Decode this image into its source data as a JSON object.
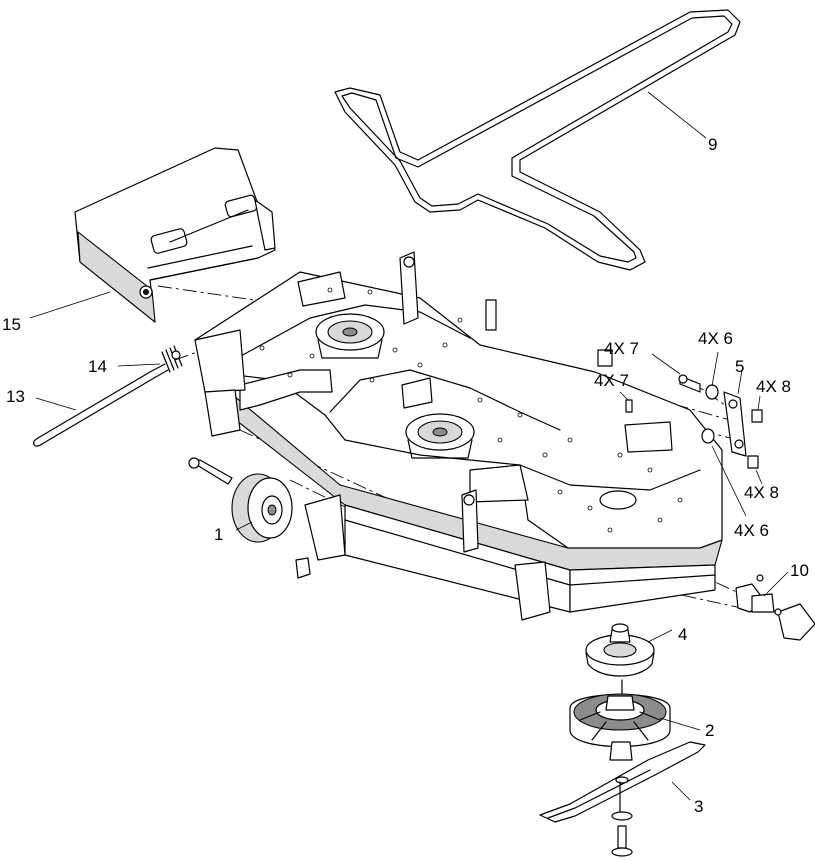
{
  "callouts": {
    "c1": "1",
    "c2": "2",
    "c3": "3",
    "c4": "4",
    "c5": "5",
    "c9": "9",
    "c10": "10",
    "c13": "13",
    "c14": "14",
    "c15": "15",
    "c6a": "4X 6",
    "c6b": "4X 6",
    "c7a": "4X 7",
    "c7b": "4X 7",
    "c8a": "4X 8",
    "c8b": "4X 8"
  }
}
